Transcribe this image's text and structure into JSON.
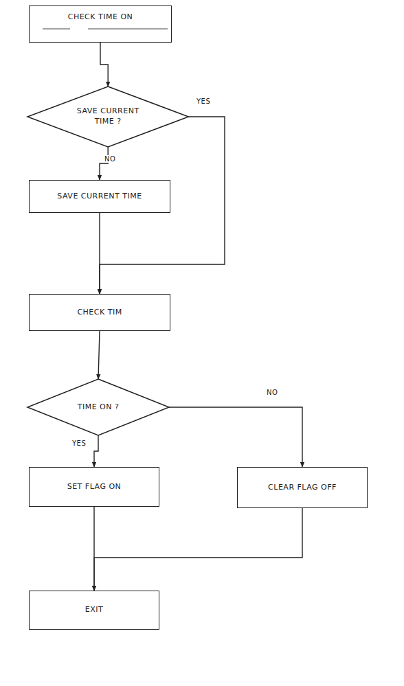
{
  "diagram": {
    "nodes": [
      {
        "text": [
          "CHECK TIME ON"
        ]
      },
      {
        "text": [
          "SAVE CURRENT TIME ?"
        ]
      },
      {
        "text": [
          "SAVE CURRENT TIME"
        ]
      },
      {
        "text": [
          "CHECK TIM"
        ]
      },
      {
        "text": [
          "TIME ON ?"
        ]
      },
      {
        "text": [
          "SET FLAG ON"
        ]
      },
      {
        "text": [
          "CLEAR FLAG OFF"
        ]
      },
      {
        "text": [
          "EXIT"
        ]
      }
    ],
    "edges": [
      {
        "from": 0,
        "to": 1,
        "arrow": "to"
      },
      {
        "from": 1,
        "to": 2,
        "label": "NO",
        "arrow": "to"
      },
      {
        "from": 1,
        "to": 3,
        "label": "YES",
        "arrow": "to"
      },
      {
        "from": 2,
        "to": 3,
        "arrow": "to"
      },
      {
        "from": 3,
        "to": 4,
        "arrow": "to"
      },
      {
        "from": 4,
        "to": 5,
        "label": "YES",
        "arrow": "to"
      },
      {
        "from": 4,
        "to": 6,
        "label": "NO",
        "arrow": "to"
      },
      {
        "from": 5,
        "to": 7,
        "arrow": "to"
      },
      {
        "from": 6,
        "to": 7,
        "arrow": "to"
      }
    ]
  }
}
